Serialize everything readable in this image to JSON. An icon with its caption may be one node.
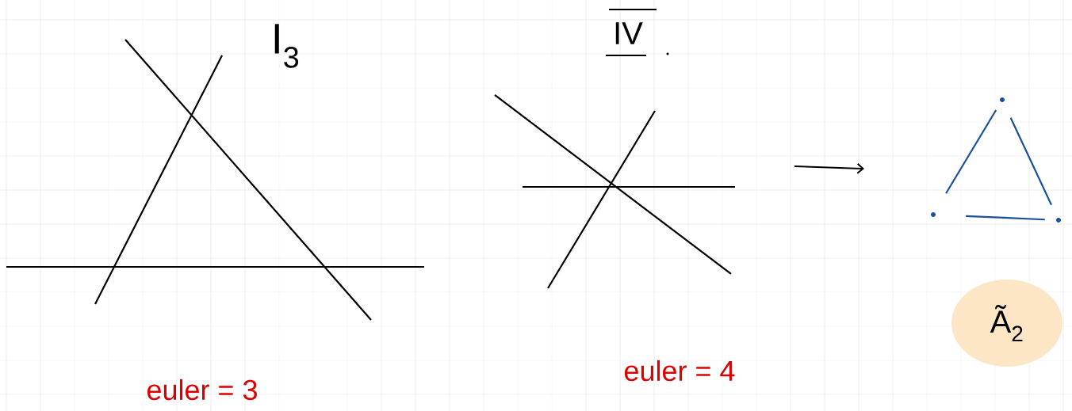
{
  "diagram": {
    "nodes": [
      {
        "text": [],
        "shape": "circle"
      },
      {
        "text": [],
        "shape": "circle"
      },
      {
        "text": [],
        "shape": "circle"
      },
      {
        "text": [
          "Ã$_{2}$"
        ]
      }
    ],
    "edges": [
      {
        "from": 0,
        "to": 1,
        "arrow": "none"
      },
      {
        "from": 0,
        "to": 2,
        "arrow": "none"
      },
      {
        "from": 1,
        "to": 2,
        "arrow": "none"
      }
    ],
    "labels": [
      "I$_{3}$",
      "IV",
      "euler = 3",
      "euler = 4"
    ]
  }
}
